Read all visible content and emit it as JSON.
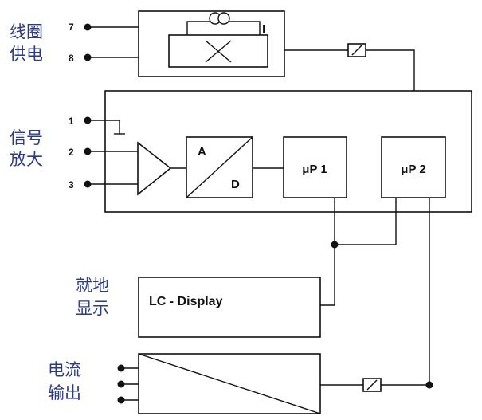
{
  "colors": {
    "label": "#2b3a8c",
    "line": "#111111",
    "background": "#ffffff"
  },
  "sections": {
    "coil_supply": {
      "line1": "线圈",
      "line2": "供电"
    },
    "signal_amp": {
      "line1": "信号",
      "line2": "放大"
    },
    "local_display": {
      "line1": "就地",
      "line2": "显示"
    },
    "current_output": {
      "line1": "电流",
      "line2": "输出"
    }
  },
  "pins": {
    "p7": "7",
    "p8": "8",
    "p1": "1",
    "p2": "2",
    "p3": "3"
  },
  "blocks": {
    "coil_current_symbol": "I",
    "adc_a": "A",
    "adc_d": "D",
    "up1": "μP 1",
    "up2": "μP 2",
    "lcd": "LC - Display"
  }
}
